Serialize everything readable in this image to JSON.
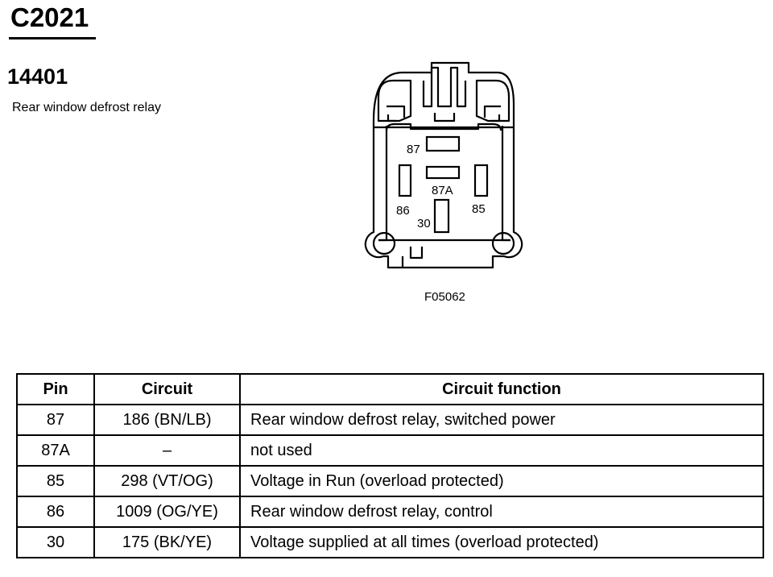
{
  "connector": {
    "id": "C2021"
  },
  "component": {
    "number": "14401",
    "description": "Rear window defrost relay"
  },
  "diagram": {
    "figure_id": "F05062",
    "terminal_labels": {
      "87": "87",
      "87A": "87A",
      "86": "86",
      "85": "85",
      "30": "30"
    }
  },
  "table": {
    "headers": {
      "pin": "Pin",
      "circuit": "Circuit",
      "function": "Circuit function"
    },
    "rows": [
      {
        "pin": "87",
        "circuit": "186 (BN/LB)",
        "function": "Rear window defrost relay, switched power"
      },
      {
        "pin": "87A",
        "circuit": "–",
        "function": "not used"
      },
      {
        "pin": "85",
        "circuit": "298 (VT/OG)",
        "function": "Voltage in Run (overload protected)"
      },
      {
        "pin": "86",
        "circuit": "1009 (OG/YE)",
        "function": "Rear window defrost relay, control"
      },
      {
        "pin": "30",
        "circuit": "175 (BK/YE)",
        "function": "Voltage supplied at all times (overload protected)"
      }
    ]
  }
}
